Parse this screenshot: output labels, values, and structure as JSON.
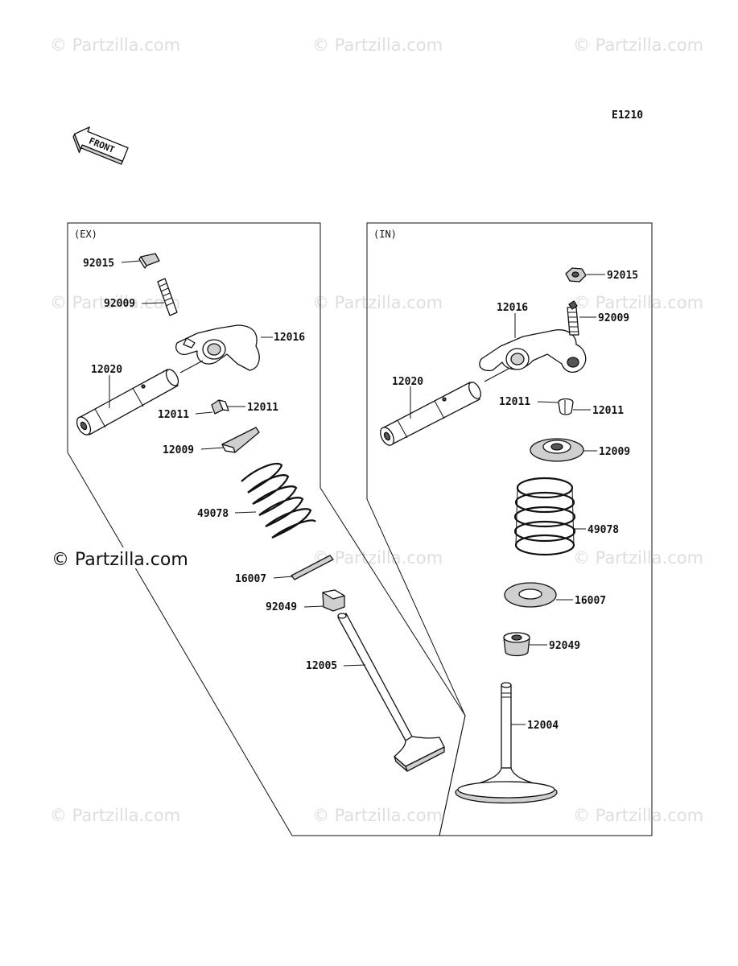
{
  "watermark": "© Partzilla.com",
  "diagram_code": "E1210",
  "front_label": "FRONT",
  "sections": {
    "exhaust": "(EX)",
    "intake": "(IN)"
  },
  "labels": {
    "ex_92015": "92015",
    "ex_92009": "92009",
    "ex_12016": "12016",
    "ex_12020": "12020",
    "ex_12011_r": "12011",
    "ex_12011_l": "12011",
    "ex_12009": "12009",
    "ex_49078": "49078",
    "ex_16007": "16007",
    "ex_92049": "92049",
    "ex_12005": "12005",
    "in_92015": "92015",
    "in_12016": "12016",
    "in_92009": "92009",
    "in_12020": "12020",
    "in_12011_l": "12011",
    "in_12011_r": "12011",
    "in_12009": "12009",
    "in_49078": "49078",
    "in_16007": "16007",
    "in_92049": "92049",
    "in_12004": "12004"
  }
}
